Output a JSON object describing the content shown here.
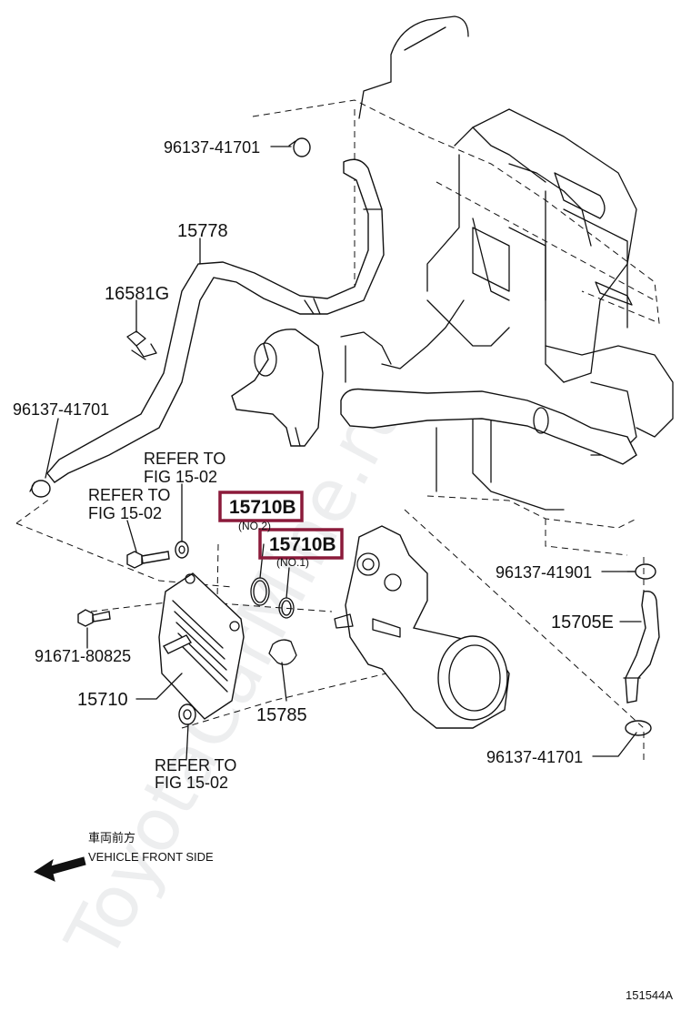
{
  "watermark": "ToyotaCarMine.ru",
  "figure_id": "151544A",
  "direction": {
    "japanese": "車両前方",
    "english": "VEHICLE FRONT SIDE"
  },
  "labels": {
    "clamp_top": "96137-41701",
    "hose_main": "15778",
    "clip": "16581G",
    "clamp_left": "96137-41701",
    "refer_a_1": "REFER TO",
    "refer_a_2": "FIG 15-02",
    "refer_b_1": "REFER TO",
    "refer_b_2": "FIG 15-02",
    "oring_no2": "15710B",
    "oring_no2_sub": "(NO.2)",
    "oring_no1": "15710B",
    "oring_no1_sub": "(NO.1)",
    "clamp_right_a": "96137-41901",
    "hose_right": "15705E",
    "bolt": "91671-80825",
    "cooler": "15710",
    "gasket": "15785",
    "refer_c_1": "REFER TO",
    "refer_c_2": "FIG 15-02",
    "clamp_right_b": "96137-41701"
  },
  "highlight_color": "#8b1a3a"
}
